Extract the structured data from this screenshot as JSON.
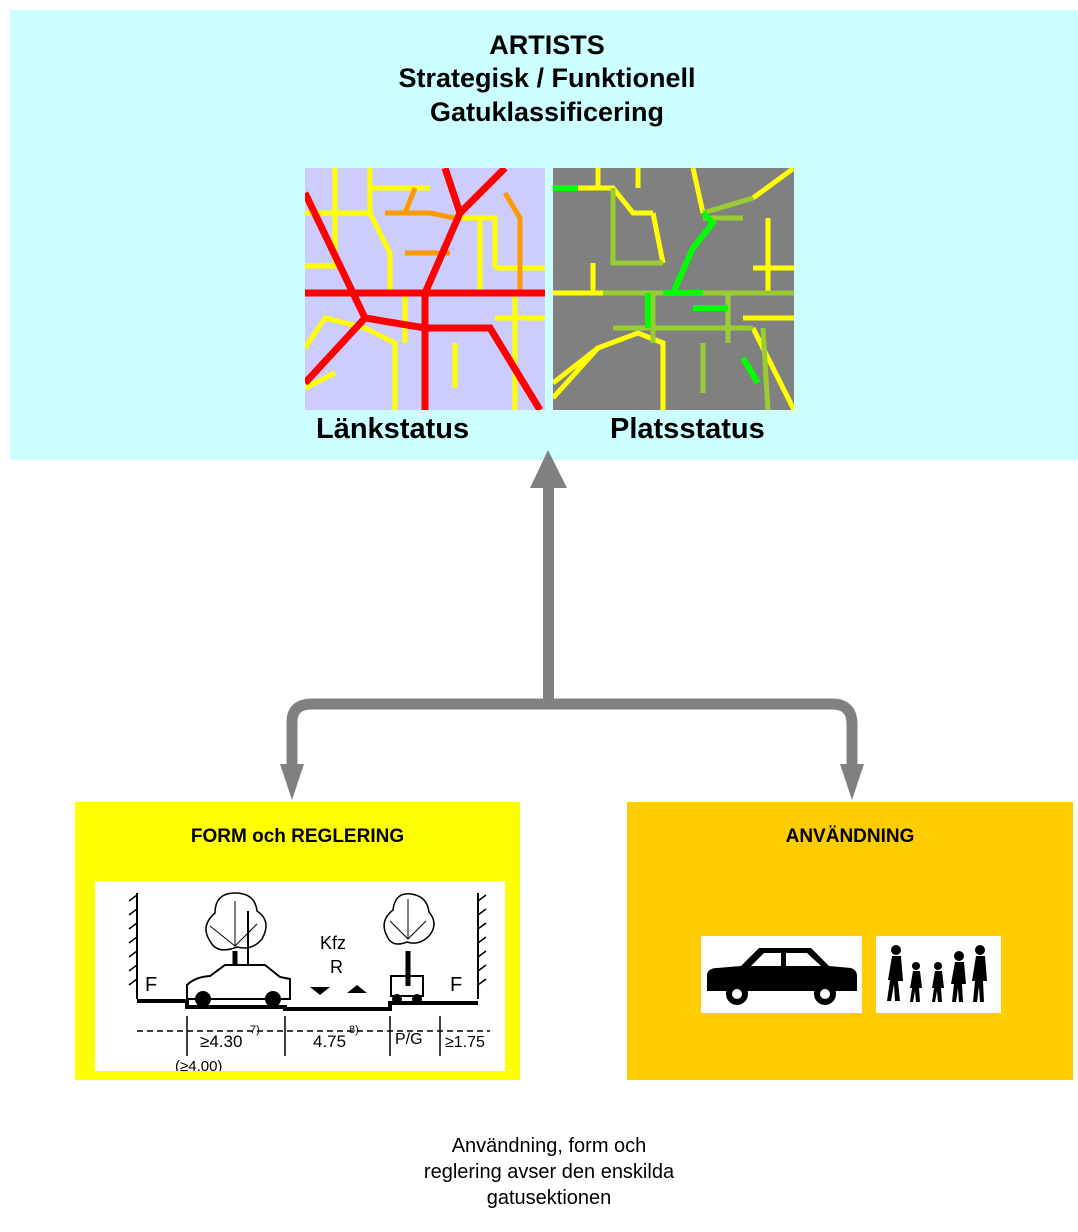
{
  "header": {
    "title": "ARTISTS",
    "subtitle": "Strategisk / Funktionell",
    "subtitle2": "Gatuklassificering"
  },
  "maps": [
    {
      "label": "Länkstatus"
    },
    {
      "label": "Platsstatus"
    }
  ],
  "boxes": {
    "form": {
      "title": "FORM och REGLERING"
    },
    "use": {
      "title": "ANVÄNDNING"
    }
  },
  "sketch_labels": {
    "f_left": "F",
    "f_right": "F",
    "kfz": "Kfz",
    "r": "R",
    "dim1": "≥4.30",
    "dim1_note": "7)",
    "dim2": "4.75",
    "dim2_note": "8)",
    "dim3": "P/G",
    "dim4": "≥1.75",
    "dim_bottom": "(≥4.00)"
  },
  "caption": {
    "line1": "Användning, form och",
    "line2": "reglering avser den enskilda",
    "line3": "gatusektionen"
  },
  "colors": {
    "top_panel": "#ccffff",
    "form_box": "#ffff00",
    "use_box": "#ffcc00",
    "arrow": "#808080",
    "map1_bg": "#ccccff",
    "map2_bg": "#808080",
    "road_red": "#ff0000",
    "road_orange": "#ff9900",
    "road_yellow": "#ffff00",
    "road_green": "#00ff00",
    "road_lightgreen": "#99cc33"
  }
}
